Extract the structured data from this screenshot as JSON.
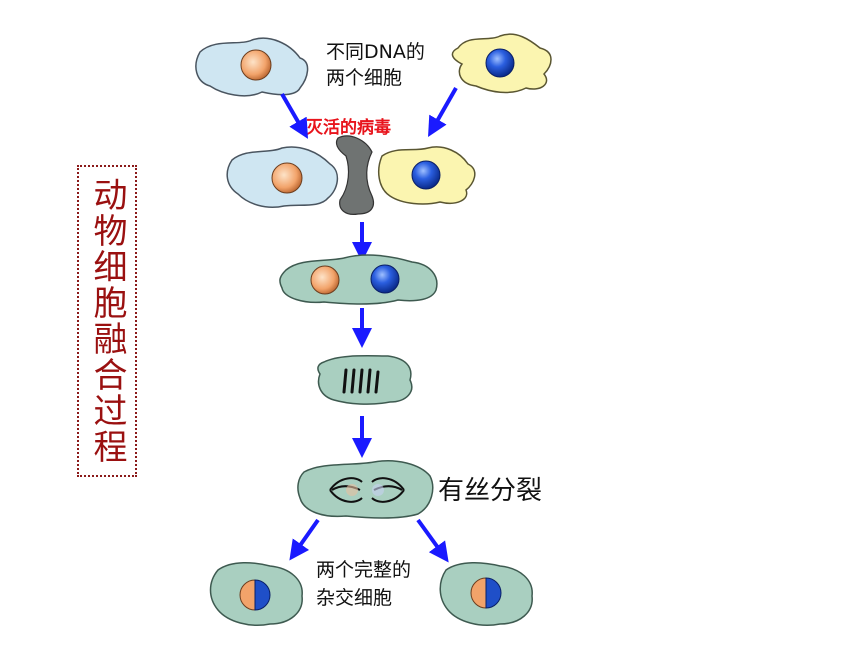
{
  "title": "动物细胞融合过程",
  "labels": {
    "two_cells": [
      "不同DNA的",
      "两个细胞"
    ],
    "inactivated_virus": "灭活的病毒",
    "mitosis": "有丝分裂",
    "hybrid_cells": [
      "两个完整的",
      "杂交细胞"
    ]
  },
  "colors": {
    "title": "#9a1010",
    "virus_label": "#e8141c",
    "arrow": "#1a1aff",
    "cell_blue": "#cfe6f2",
    "cell_yellow": "#fbf5b0",
    "cell_green": "#a9cfc0",
    "virus": "#6f7372",
    "nucleus_orange": "#f2a36a",
    "nucleus_blue": "#1f4fc8"
  }
}
